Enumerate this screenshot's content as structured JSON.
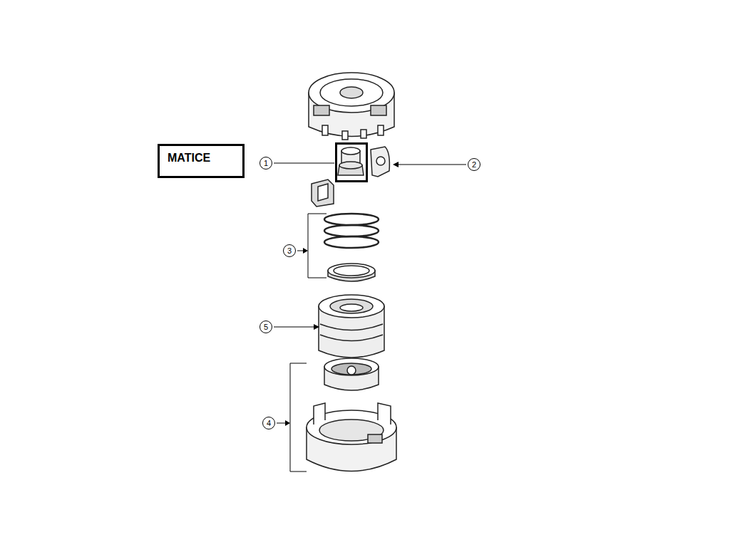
{
  "diagram": {
    "nodes": [
      {
        "text": [
          "MATICE"
        ]
      }
    ],
    "labels": [
      "1",
      "2",
      "3",
      "4",
      "5"
    ]
  }
}
